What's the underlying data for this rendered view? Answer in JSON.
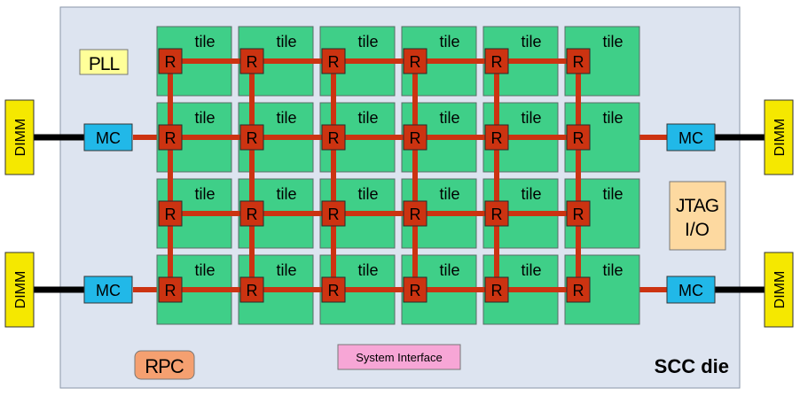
{
  "die": {
    "label": "SCC die"
  },
  "tiles": {
    "rows": 4,
    "cols": 6,
    "tile_label": "tile",
    "router_label": "R"
  },
  "blocks": {
    "pll": "PLL",
    "rpc": "RPC",
    "jtag_line1": "JTAG",
    "jtag_line2": "I/O",
    "system_interface": "System Interface"
  },
  "memory": {
    "mc_label": "MC",
    "dimm_label": "DIMM"
  },
  "colors": {
    "die_fill": "#dde4f0",
    "tile_fill": "#3fcf88",
    "router_fill": "#cc3311",
    "mesh": "#cc3311",
    "mc_fill": "#21b8e8",
    "dimm_fill": "#f5e800",
    "pll_fill": "#ffff99",
    "jtag_fill": "#fdd9a0",
    "rpc_fill": "#f5a070",
    "sysif_fill": "#f7a6d6"
  }
}
